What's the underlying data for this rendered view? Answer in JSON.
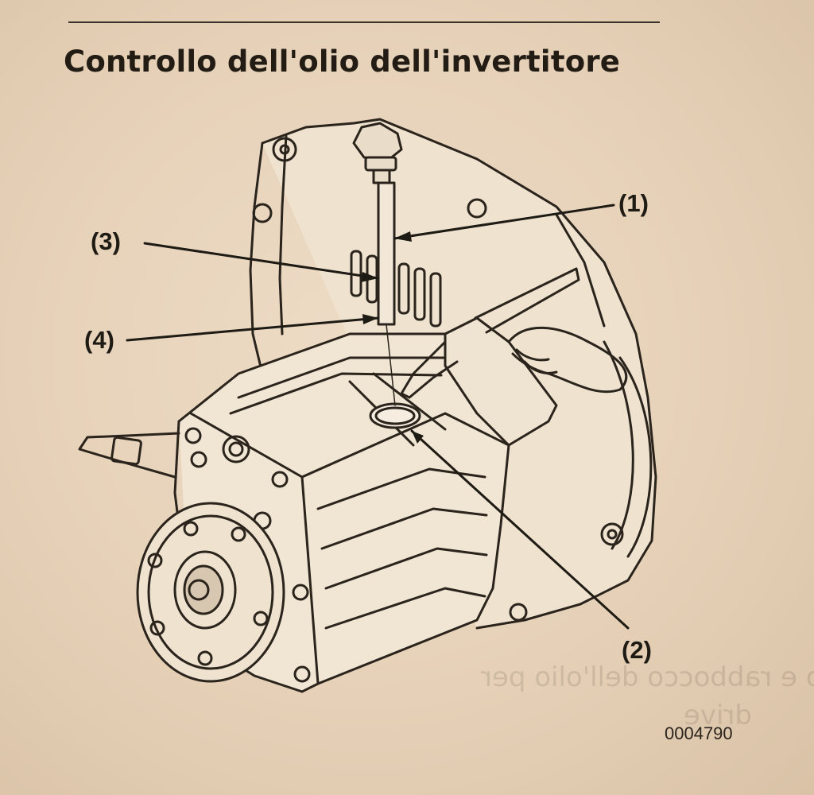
{
  "page": {
    "title": "Controllo dell'olio dell'invertitore",
    "figure_id": "0004790"
  },
  "callouts": [
    {
      "id": "c1",
      "label": "(1)"
    },
    {
      "id": "c2",
      "label": "(2)"
    },
    {
      "id": "c3",
      "label": "(3)"
    },
    {
      "id": "c4",
      "label": "(4)"
    }
  ],
  "bleed_through": {
    "lines": [
      "Controllo e rabbocco dell'olio per",
      "drive"
    ]
  },
  "colors": {
    "paper": "#e8d4bb",
    "ink": "#262018"
  }
}
